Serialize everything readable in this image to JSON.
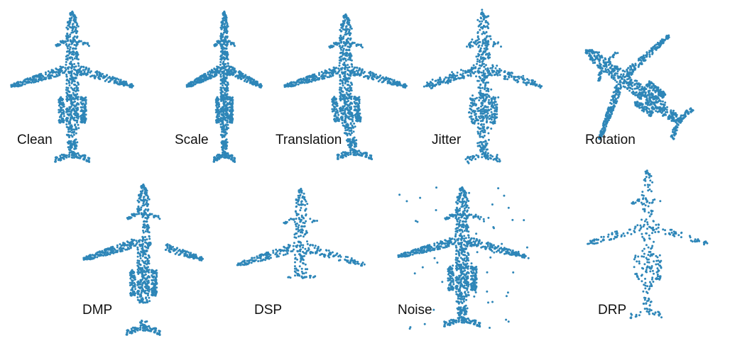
{
  "point_color": "#2e86b8",
  "panels": [
    {
      "id": "clean",
      "label": "Clean",
      "perturbation": "clean"
    },
    {
      "id": "scale",
      "label": "Scale",
      "perturbation": "scale"
    },
    {
      "id": "translation",
      "label": "Translation",
      "perturbation": "translation"
    },
    {
      "id": "jitter",
      "label": "Jitter",
      "perturbation": "jitter"
    },
    {
      "id": "rotation",
      "label": "Rotation",
      "perturbation": "rotation"
    },
    {
      "id": "dmp",
      "label": "DMP",
      "perturbation": "drop-local"
    },
    {
      "id": "dsp",
      "label": "DSP",
      "perturbation": "drop-global"
    },
    {
      "id": "noise",
      "label": "Noise",
      "perturbation": "noise"
    },
    {
      "id": "drp",
      "label": "DRP",
      "perturbation": "random-drop"
    }
  ]
}
